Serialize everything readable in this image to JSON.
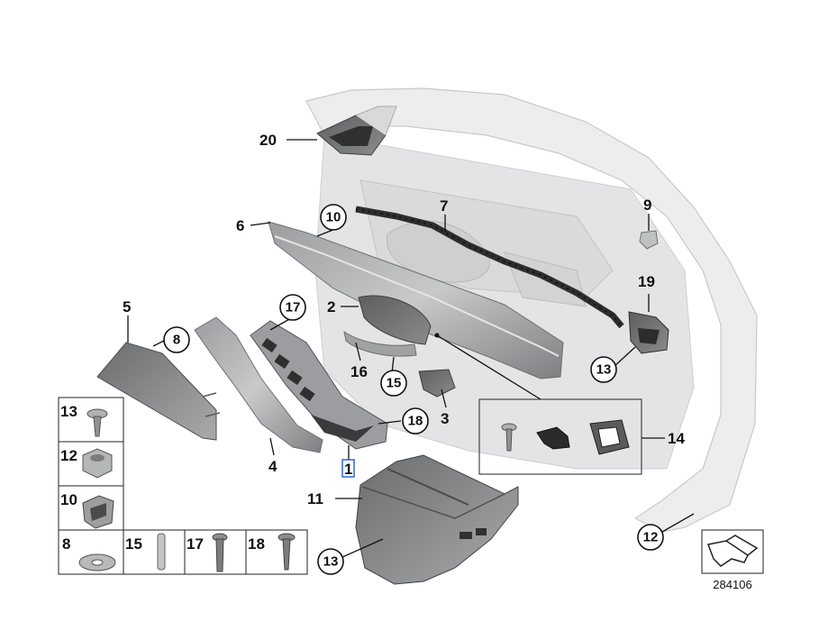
{
  "diagram_number": "284106",
  "callouts": {
    "c1": "1",
    "c2": "2",
    "c3": "3",
    "c4": "4",
    "c5": "5",
    "c6": "6",
    "c7": "7",
    "c8": "8",
    "c9": "9",
    "c10": "10",
    "c11": "11",
    "c12": "12",
    "c13a": "13",
    "c13b": "13",
    "c14": "14",
    "c15": "15",
    "c16": "16",
    "c17": "17",
    "c18": "18",
    "c19": "19",
    "c20": "20"
  },
  "legend": {
    "l13": "13",
    "l12": "12",
    "l10": "10",
    "l8": "8",
    "l15": "15",
    "l17": "17",
    "l18": "18"
  },
  "colors": {
    "door_frame": "#e9e9ea",
    "trim_dark": "#6f7072",
    "trim_mid": "#a5a6a8",
    "highlight_box": "#1e5bd6"
  }
}
